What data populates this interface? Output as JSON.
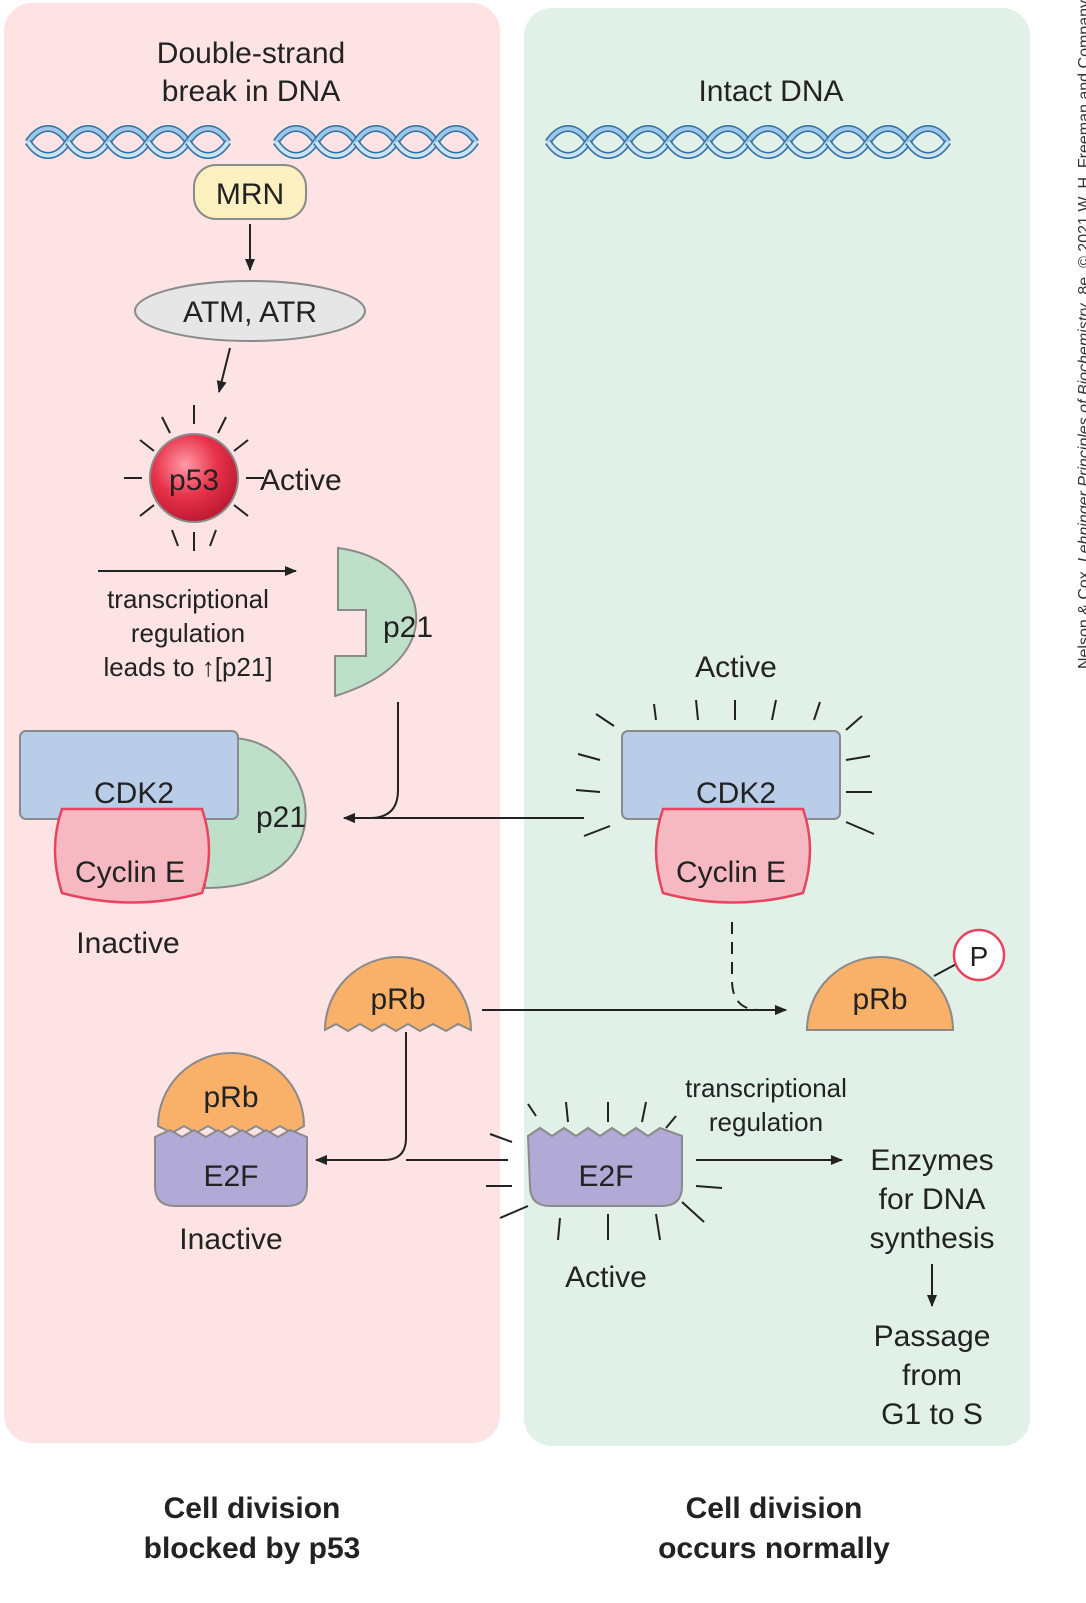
{
  "colors": {
    "left_panel": "#fde3e3",
    "right_panel": "#e1f1e7",
    "dna_light": "#c9dff0",
    "dna_dark": "#4d93c4",
    "mrn": "#fdf0c0",
    "atm": "#e6e6e6",
    "p53": "#e8334a",
    "p21": "#bfe0c8",
    "cdk2": "#b9cde9",
    "cyclin": "#f6b9c2",
    "cyclin_border": "#e8435f",
    "prb": "#f9b068",
    "e2f": "#b1a9d6",
    "outline": "#8a8a8a"
  },
  "left": {
    "title": [
      "Double-strand",
      "break in DNA"
    ],
    "mrn": "MRN",
    "atm": "ATM, ATR",
    "p53": "p53",
    "p53_state": "Active",
    "transcription_lines": [
      "transcriptional",
      "regulation",
      "leads to ↑[p21]"
    ],
    "p21": "p21",
    "complex_cdk2": "CDK2",
    "complex_cyclin": "Cyclin E",
    "complex_p21": "p21",
    "complex_state": "Inactive",
    "prb": "pRb",
    "bound_prb": "pRb",
    "bound_e2f": "E2F",
    "bound_state": "Inactive",
    "footer": [
      "Cell division",
      "blocked by p53"
    ]
  },
  "right": {
    "title": "Intact DNA",
    "cdk_state": "Active",
    "cdk2": "CDK2",
    "cyclin": "Cyclin E",
    "prb": "pRb",
    "phosphate": "P",
    "e2f": "E2F",
    "e2f_state": "Active",
    "transcription_lines": [
      "transcriptional",
      "regulation"
    ],
    "enzymes_lines": [
      "Enzymes",
      "for DNA",
      "synthesis"
    ],
    "passage_lines": [
      "Passage",
      "from",
      "G1 to S"
    ],
    "footer": [
      "Cell division",
      "occurs normally"
    ]
  },
  "credit": {
    "prefix": "Nelson & Cox, ",
    "book": "Lehninger Principles of Biochemistry",
    "suffix": ", 8e, © 2021 W. H. Freeman and Company"
  }
}
